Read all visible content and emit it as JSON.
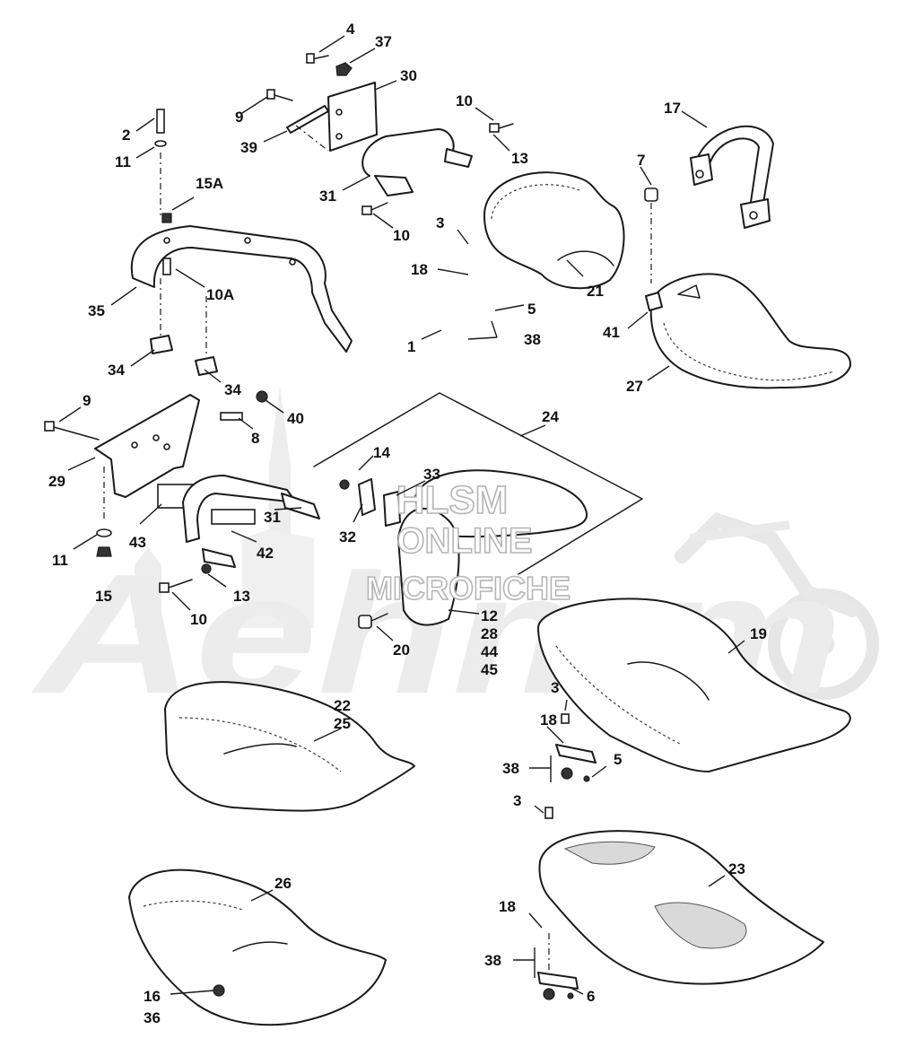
{
  "watermark": {
    "line1": "HLSM",
    "line2": "ONLINE",
    "line3": "MICROFICHE",
    "logo_text": "Aehmm"
  },
  "callouts": {
    "c4": "4",
    "c37": "37",
    "c30": "30",
    "c9a": "9",
    "c39": "39",
    "c10a": "10",
    "c13a": "13",
    "c31a": "31",
    "c10b": "10",
    "c17": "17",
    "c2": "2",
    "c11a": "11",
    "c15A": "15A",
    "c10A": "10A",
    "c35": "35",
    "c3a": "3",
    "c18a": "18",
    "c21": "21",
    "c5a": "5",
    "c1": "1",
    "c38a": "38",
    "c7": "7",
    "c41": "41",
    "c27": "27",
    "c34a": "34",
    "c34b": "34",
    "c40": "40",
    "c9b": "9",
    "c8": "8",
    "c29": "29",
    "c24": "24",
    "c14": "14",
    "c33": "33",
    "c31b": "31",
    "c32": "32",
    "c43": "43",
    "c42": "42",
    "c11b": "11",
    "c15": "15",
    "c13b": "13",
    "c10c": "10",
    "c12": "12",
    "c28": "28",
    "c44": "44",
    "c45": "45",
    "c20": "20",
    "c19": "19",
    "c22": "22",
    "c25": "25",
    "c3b": "3",
    "c18b": "18",
    "c38b": "38",
    "c5b": "5",
    "c3c": "3",
    "c23": "23",
    "c26": "26",
    "c18c": "18",
    "c38c": "38",
    "c6": "6",
    "c16": "16",
    "c36": "36"
  }
}
